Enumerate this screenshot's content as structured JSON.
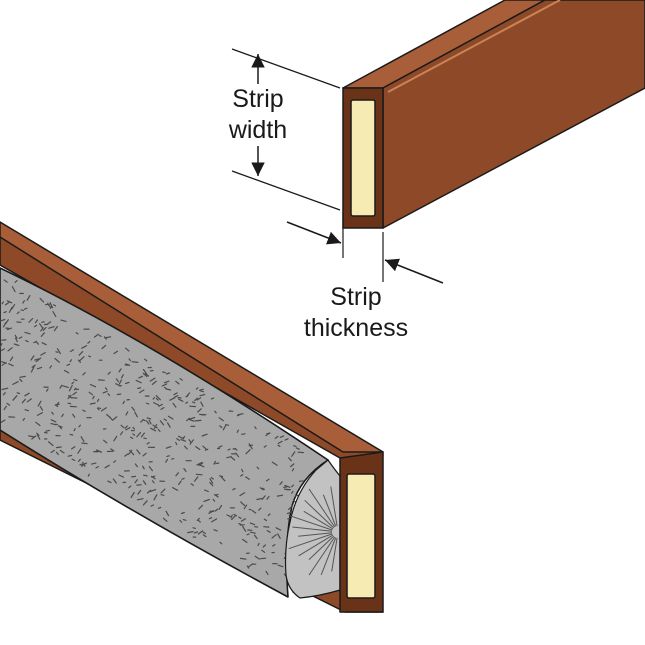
{
  "labels": {
    "strip_width": [
      "Strip",
      "width"
    ],
    "strip_thickness": [
      "Strip",
      "thickness"
    ]
  },
  "colors": {
    "strip_body": "#8e4a28",
    "strip_top": "#a85e38",
    "strip_end": "#5e2c12",
    "adhesive_core": "#f7ebb4",
    "foam": "#a8a8a8",
    "foam_texture": "#4b4b4b",
    "outline": "#1a1a1a",
    "dimension_line": "#1a1a1a"
  }
}
